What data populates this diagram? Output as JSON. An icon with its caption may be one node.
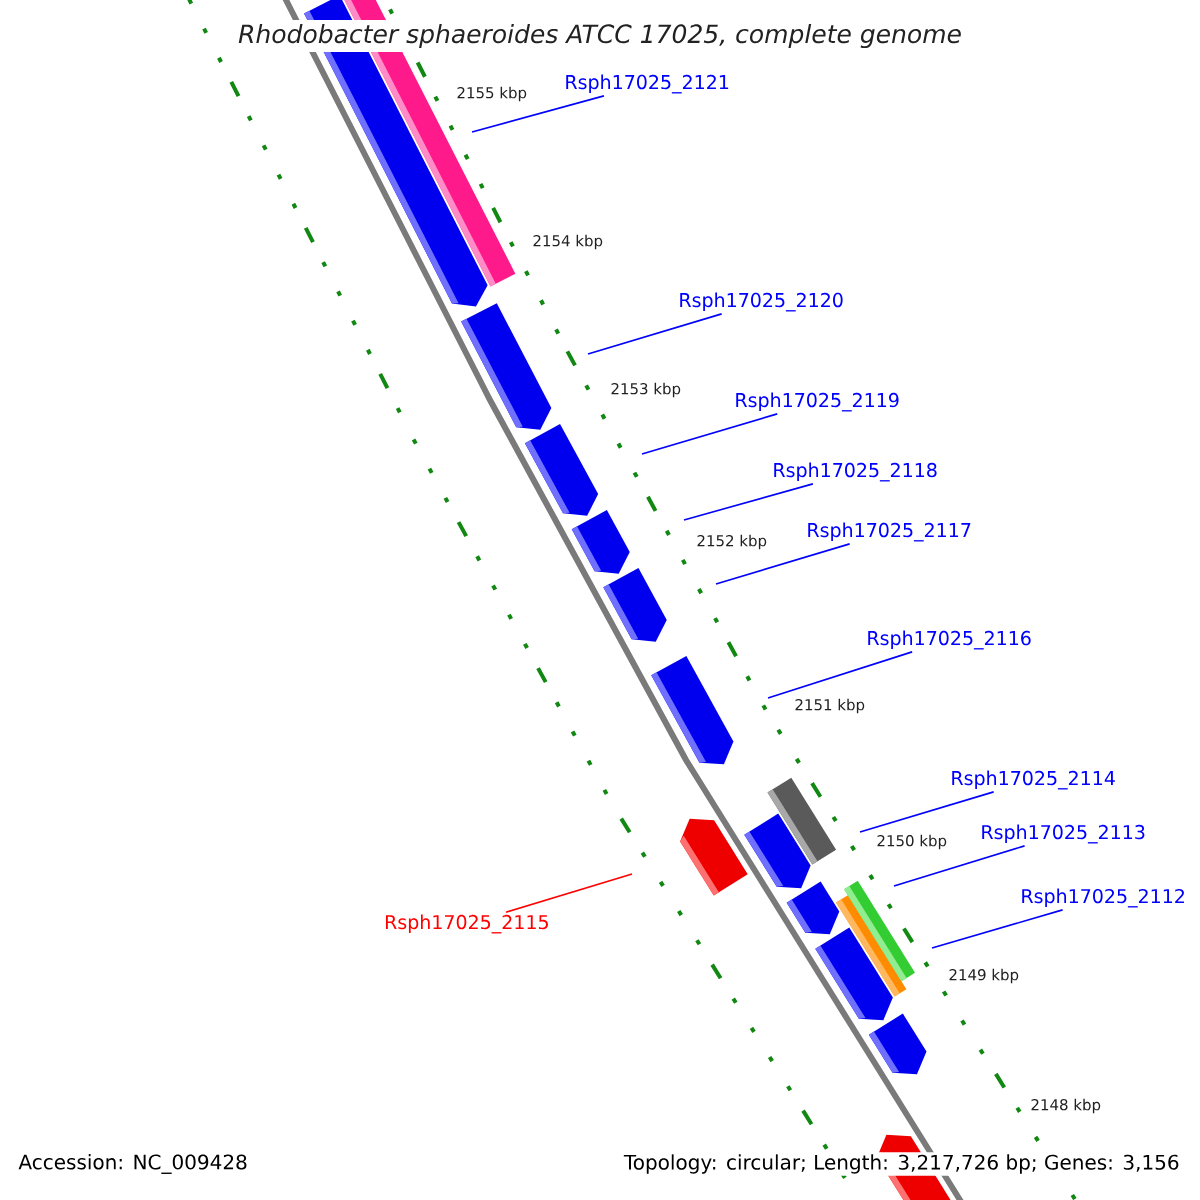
{
  "diagram": {
    "title": "Rhodobacter sphaeroides ATCC 17025, complete genome",
    "nodes": [
      {
        "text": [
          "Rsph17025_2121"
        ]
      },
      {
        "text": [
          "Rsph17025_2120"
        ]
      },
      {
        "text": [
          "Rsph17025_2119"
        ]
      },
      {
        "text": [
          "Rsph17025_2118"
        ]
      },
      {
        "text": [
          "Rsph17025_2117"
        ]
      },
      {
        "text": [
          "Rsph17025_2116"
        ]
      },
      {
        "text": [
          "Rsph17025_2114"
        ]
      },
      {
        "text": [
          "Rsph17025_2113"
        ]
      },
      {
        "text": [
          "Rsph17025_2112"
        ]
      },
      {
        "text": [
          "Rsph17025_2115"
        ]
      }
    ],
    "edges": [
      {
        "from": 0,
        "to": null,
        "arrow": "none"
      },
      {
        "from": 1,
        "to": null,
        "arrow": "none"
      },
      {
        "from": 2,
        "to": null,
        "arrow": "none"
      },
      {
        "from": 3,
        "to": null,
        "arrow": "none"
      },
      {
        "from": 4,
        "to": null,
        "arrow": "none"
      },
      {
        "from": 5,
        "to": null,
        "arrow": "none"
      },
      {
        "from": 6,
        "to": null,
        "arrow": "none"
      },
      {
        "from": 7,
        "to": null,
        "arrow": "none"
      },
      {
        "from": 8,
        "to": null,
        "arrow": "none"
      },
      {
        "from": 9,
        "to": null,
        "arrow": "none",
        "color": "#ff0000"
      }
    ],
    "labels": [
      "2155 kbp",
      "2154 kbp",
      "2153 kbp",
      "2152 kbp",
      "2151 kbp",
      "2150 kbp",
      "2149 kbp",
      "2148 kbp",
      "Accession: NC_009428",
      "Topology: circular; Length: 3,217,726 bp; Genes: 3,156"
    ]
  }
}
